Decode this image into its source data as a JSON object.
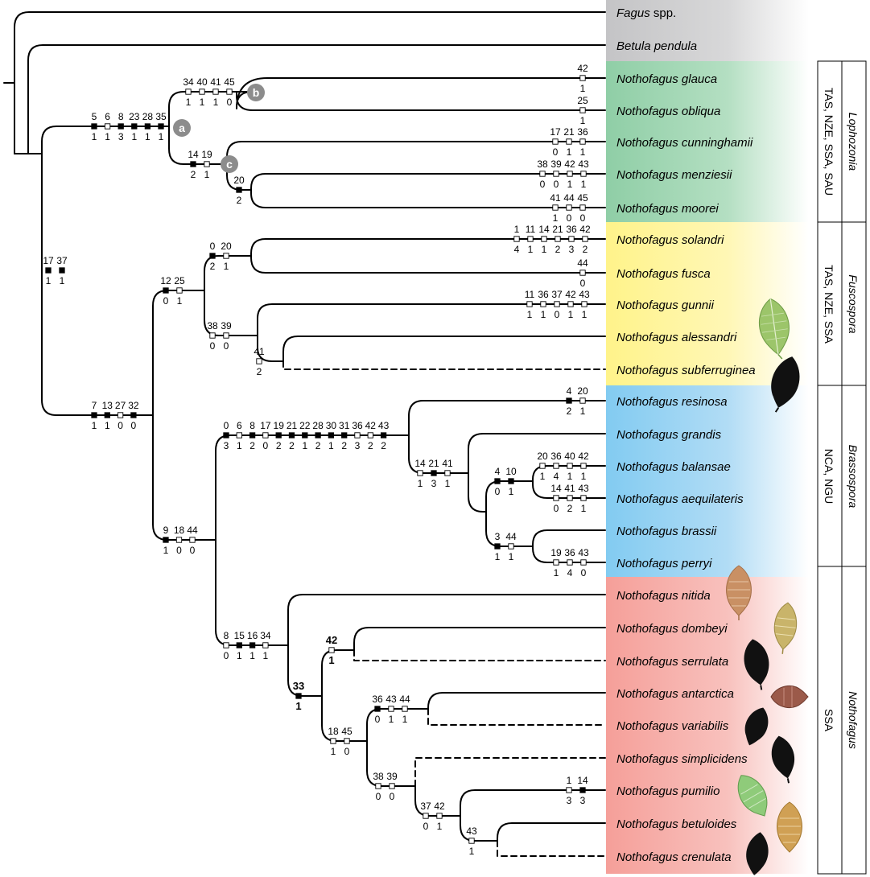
{
  "taxa": [
    {
      "genus": "Fagus",
      "epithet": "spp.",
      "epithet_italic": false
    },
    {
      "genus": "Betula",
      "epithet": "pendula"
    },
    {
      "genus": "Nothofagus",
      "epithet": "glauca"
    },
    {
      "genus": "Nothofagus",
      "epithet": "obliqua"
    },
    {
      "genus": "Nothofagus",
      "epithet": "cunninghamii"
    },
    {
      "genus": "Nothofagus",
      "epithet": "menziesii"
    },
    {
      "genus": "Nothofagus",
      "epithet": "moorei"
    },
    {
      "genus": "Nothofagus",
      "epithet": "solandri"
    },
    {
      "genus": "Nothofagus",
      "epithet": "fusca"
    },
    {
      "genus": "Nothofagus",
      "epithet": "gunnii"
    },
    {
      "genus": "Nothofagus",
      "epithet": "alessandri"
    },
    {
      "genus": "Nothofagus",
      "epithet": "subferruginea"
    },
    {
      "genus": "Nothofagus",
      "epithet": "resinosa"
    },
    {
      "genus": "Nothofagus",
      "epithet": "grandis"
    },
    {
      "genus": "Nothofagus",
      "epithet": "balansae"
    },
    {
      "genus": "Nothofagus",
      "epithet": "aequilateris"
    },
    {
      "genus": "Nothofagus",
      "epithet": "brassii"
    },
    {
      "genus": "Nothofagus",
      "epithet": "perryi"
    },
    {
      "genus": "Nothofagus",
      "epithet": "nitida"
    },
    {
      "genus": "Nothofagus",
      "epithet": "dombeyi"
    },
    {
      "genus": "Nothofagus",
      "epithet": "serrulata"
    },
    {
      "genus": "Nothofagus",
      "epithet": "antarctica"
    },
    {
      "genus": "Nothofagus",
      "epithet": "variabilis"
    },
    {
      "genus": "Nothofagus",
      "epithet": "simplicidens"
    },
    {
      "genus": "Nothofagus",
      "epithet": "pumilio"
    },
    {
      "genus": "Nothofagus",
      "epithet": "betuloides"
    },
    {
      "genus": "Nothofagus",
      "epithet": "crenulata"
    }
  ],
  "clades": [
    {
      "name": "Lophozonia",
      "regions": "TAS, NZE, SSA, SAU"
    },
    {
      "name": "Fuscospora",
      "regions": "TAS, NZE, SSA"
    },
    {
      "name": "Brassospora",
      "regions": "NCA, NGU"
    },
    {
      "name": "Nothofagus",
      "regions": "SSA"
    }
  ],
  "node_letters": [
    "a",
    "b",
    "c"
  ],
  "colors": {
    "outgroup": "#c4c4c6",
    "lophozonia": "#8fcea6",
    "fuscospora": "#fff38a",
    "brassospora": "#82cbf1",
    "nothofagus": "#f59f99",
    "node_circle": "#8c8c8c",
    "filled_mark": "#000000",
    "open_mark": "#ffffff"
  },
  "characters": [
    {
      "nums": [
        "42"
      ],
      "states": [
        "1"
      ]
    },
    {
      "nums": [
        "25"
      ],
      "states": [
        "1"
      ]
    },
    {
      "nums": [
        "17",
        "21",
        "36"
      ],
      "states": [
        "0",
        "1",
        "1"
      ]
    },
    {
      "nums": [
        "38",
        "39",
        "42",
        "43"
      ],
      "states": [
        "0",
        "0",
        "1",
        "1"
      ]
    },
    {
      "nums": [
        "41",
        "44",
        "45"
      ],
      "states": [
        "1",
        "0",
        "0"
      ]
    },
    {
      "nums": [
        "1",
        "11",
        "14",
        "21",
        "36",
        "42"
      ],
      "states": [
        "4",
        "1",
        "1",
        "2",
        "3",
        "2"
      ]
    },
    {
      "nums": [
        "44"
      ],
      "states": [
        "0"
      ]
    },
    {
      "nums": [
        "11",
        "36",
        "37",
        "42",
        "43"
      ],
      "states": [
        "1",
        "1",
        "0",
        "1",
        "1"
      ]
    },
    {
      "nums": [
        "4",
        "20"
      ],
      "states": [
        "2",
        "1"
      ]
    },
    {
      "nums": [
        "20",
        "36",
        "40",
        "42"
      ],
      "states": [
        "1",
        "4",
        "1",
        "1"
      ]
    },
    {
      "nums": [
        "14",
        "41",
        "43"
      ],
      "states": [
        "0",
        "2",
        "1"
      ]
    },
    {
      "nums": [
        "19",
        "36",
        "43"
      ],
      "states": [
        "1",
        "4",
        "0"
      ]
    },
    {
      "nums": [
        "1",
        "14"
      ],
      "states": [
        "3",
        "3"
      ]
    },
    {
      "nums": [
        "34",
        "40",
        "41",
        "45"
      ],
      "states": [
        "1",
        "1",
        "1",
        "0"
      ]
    },
    {
      "nums": [
        "5",
        "6",
        "8",
        "23",
        "28",
        "35"
      ],
      "states": [
        "1",
        "1",
        "3",
        "1",
        "1",
        "1"
      ]
    },
    {
      "nums": [
        "14",
        "19"
      ],
      "states": [
        "2",
        "1"
      ]
    },
    {
      "nums": [
        "20"
      ],
      "states": [
        "2"
      ]
    },
    {
      "nums": [
        "17",
        "37"
      ],
      "states": [
        "1",
        "1"
      ]
    },
    {
      "nums": [
        "0",
        "20"
      ],
      "states": [
        "2",
        "1"
      ]
    },
    {
      "nums": [
        "12",
        "25"
      ],
      "states": [
        "0",
        "1"
      ]
    },
    {
      "nums": [
        "38",
        "39"
      ],
      "states": [
        "0",
        "0"
      ]
    },
    {
      "nums": [
        "41"
      ],
      "states": [
        "2"
      ]
    },
    {
      "nums": [
        "7",
        "13",
        "27",
        "32"
      ],
      "states": [
        "1",
        "1",
        "0",
        "0"
      ]
    },
    {
      "nums": [
        "0",
        "6",
        "8",
        "17",
        "19",
        "21",
        "22",
        "28",
        "30",
        "31",
        "36",
        "42",
        "43"
      ],
      "states": [
        "3",
        "1",
        "2",
        "0",
        "2",
        "2",
        "1",
        "2",
        "1",
        "2",
        "3",
        "2",
        "2"
      ]
    },
    {
      "nums": [
        "14",
        "21",
        "41"
      ],
      "states": [
        "1",
        "3",
        "1"
      ]
    },
    {
      "nums": [
        "4",
        "10"
      ],
      "states": [
        "0",
        "1"
      ]
    },
    {
      "nums": [
        "3",
        "44"
      ],
      "states": [
        "1",
        "1"
      ]
    },
    {
      "nums": [
        "9",
        "18",
        "44"
      ],
      "states": [
        "1",
        "0",
        "0"
      ]
    },
    {
      "nums": [
        "8",
        "15",
        "16",
        "34"
      ],
      "states": [
        "0",
        "1",
        "1",
        "1"
      ]
    },
    {
      "nums": [
        "33"
      ],
      "states": [
        "1"
      ]
    },
    {
      "nums": [
        "42"
      ],
      "states": [
        "1"
      ]
    },
    {
      "nums": [
        "36",
        "43",
        "44"
      ],
      "states": [
        "0",
        "1",
        "1"
      ]
    },
    {
      "nums": [
        "18",
        "45"
      ],
      "states": [
        "1",
        "0"
      ]
    },
    {
      "nums": [
        "38",
        "39"
      ],
      "states": [
        "0",
        "0"
      ]
    },
    {
      "nums": [
        "37",
        "42"
      ],
      "states": [
        "0",
        "1"
      ]
    },
    {
      "nums": [
        "43"
      ],
      "states": [
        "1"
      ]
    }
  ]
}
